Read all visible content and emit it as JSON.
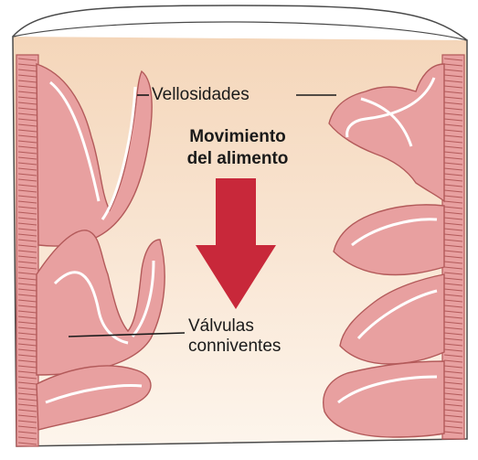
{
  "labels": {
    "villi": "Vellosidades",
    "movement_line1": "Movimiento",
    "movement_line2": "del alimento",
    "valves_line1": "Válvulas",
    "valves_line2": "conniventes"
  },
  "colors": {
    "tissue_fill": "#e8a0a0",
    "tissue_stroke": "#b35a5a",
    "lumen_top": "#f4d5b8",
    "lumen_bottom": "#fdf5ec",
    "arrow": "#c8283a",
    "outline": "#4a4a4a"
  }
}
